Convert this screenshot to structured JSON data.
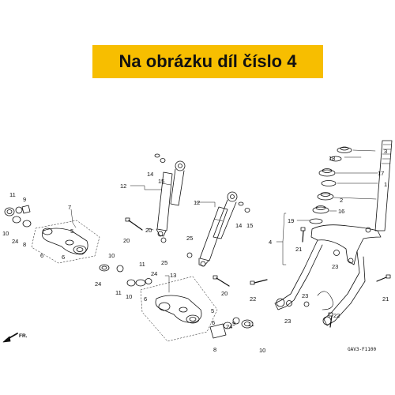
{
  "banner": {
    "text": "Na obrázku díl číslo 4",
    "background": "#f7be00"
  },
  "diagram": {
    "direction_label": "FR.",
    "drawing_code": "GAV3-F1100",
    "callouts": [
      {
        "id": "c3",
        "text": "3"
      },
      {
        "id": "c18",
        "text": "18"
      },
      {
        "id": "c17",
        "text": "17"
      },
      {
        "id": "c1",
        "text": "1"
      },
      {
        "id": "c2",
        "text": "2"
      },
      {
        "id": "c19",
        "text": "19"
      },
      {
        "id": "c16",
        "text": "16"
      },
      {
        "id": "c4",
        "text": "4"
      },
      {
        "id": "c21a",
        "text": "21"
      },
      {
        "id": "c23a",
        "text": "23"
      },
      {
        "id": "c21b",
        "text": "21"
      },
      {
        "id": "c22a",
        "text": "22"
      },
      {
        "id": "c23b",
        "text": "23"
      },
      {
        "id": "c23c",
        "text": "23"
      },
      {
        "id": "c22b",
        "text": "22"
      },
      {
        "id": "c12a",
        "text": "12"
      },
      {
        "id": "c14a",
        "text": "14"
      },
      {
        "id": "c15a",
        "text": "15"
      },
      {
        "id": "c20a",
        "text": "20"
      },
      {
        "id": "c12b",
        "text": "12"
      },
      {
        "id": "c14b",
        "text": "14"
      },
      {
        "id": "c15b",
        "text": "15"
      },
      {
        "id": "c25a",
        "text": "25"
      },
      {
        "id": "c25b",
        "text": "25"
      },
      {
        "id": "c20b",
        "text": "20"
      },
      {
        "id": "c20c",
        "text": "20"
      },
      {
        "id": "c11a",
        "text": "11"
      },
      {
        "id": "c9a",
        "text": "9"
      },
      {
        "id": "c10a",
        "text": "10"
      },
      {
        "id": "c24a",
        "text": "24"
      },
      {
        "id": "c8a",
        "text": "8"
      },
      {
        "id": "c7",
        "text": "7"
      },
      {
        "id": "c5a",
        "text": "5"
      },
      {
        "id": "c6a",
        "text": "6"
      },
      {
        "id": "c6b",
        "text": "6"
      },
      {
        "id": "c10b",
        "text": "10"
      },
      {
        "id": "c24b",
        "text": "24"
      },
      {
        "id": "c11b",
        "text": "11"
      },
      {
        "id": "c11c",
        "text": "11"
      },
      {
        "id": "c24c",
        "text": "24"
      },
      {
        "id": "c10c",
        "text": "10"
      },
      {
        "id": "c13",
        "text": "13"
      },
      {
        "id": "c6c",
        "text": "6"
      },
      {
        "id": "c5b",
        "text": "5"
      },
      {
        "id": "c6d",
        "text": "6"
      },
      {
        "id": "c24d",
        "text": "24"
      },
      {
        "id": "c9b",
        "text": "9"
      },
      {
        "id": "c11d",
        "text": "11"
      },
      {
        "id": "c8b",
        "text": "8"
      },
      {
        "id": "c10d",
        "text": "10"
      }
    ]
  }
}
